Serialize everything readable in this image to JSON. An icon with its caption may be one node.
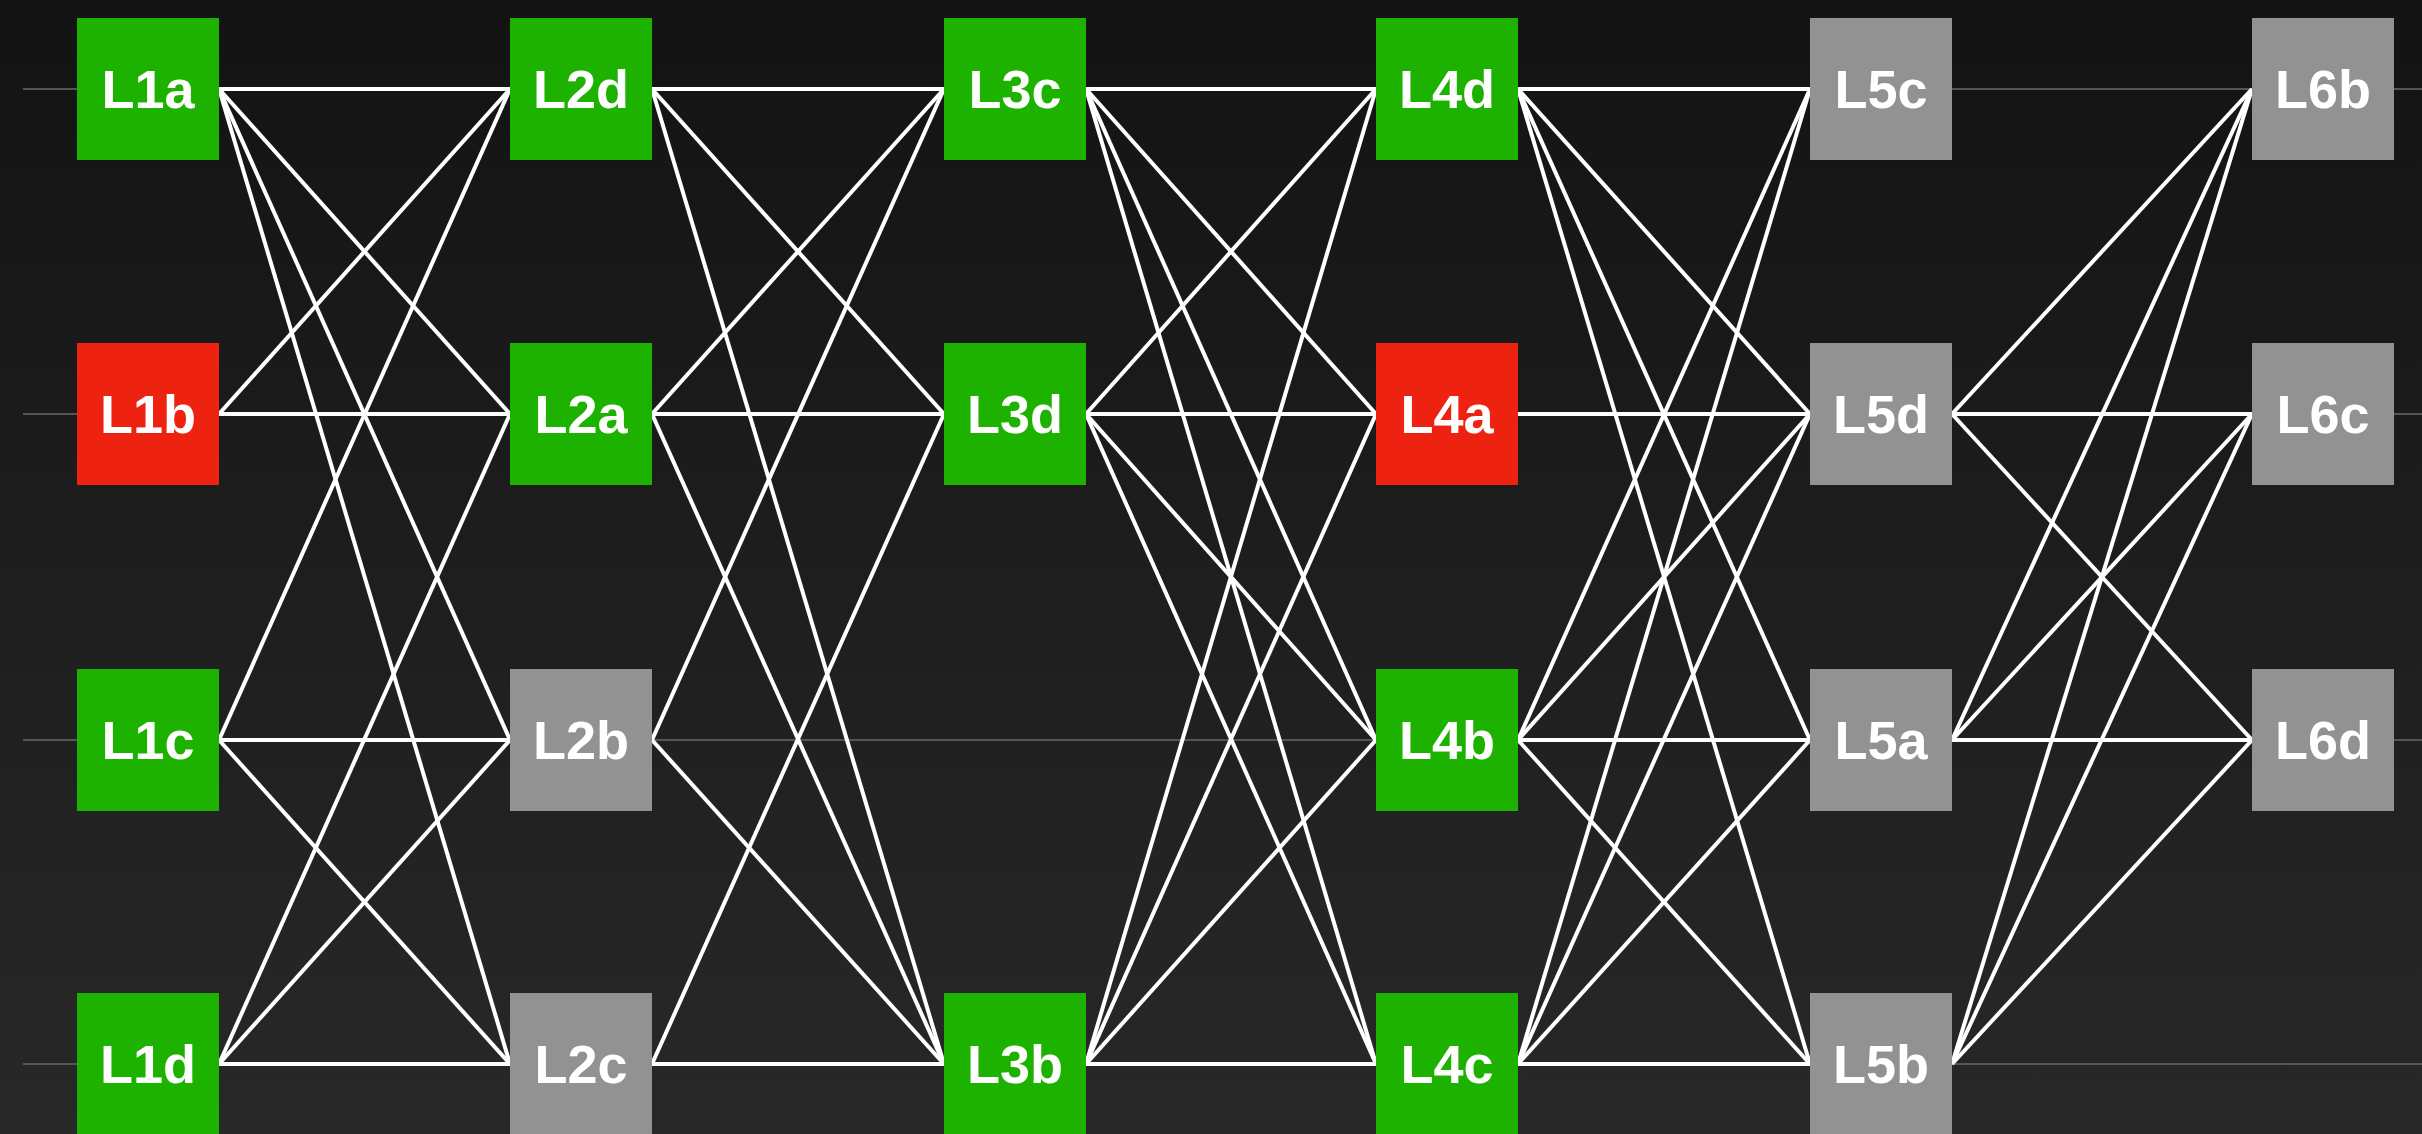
{
  "diagram": {
    "nodes": [
      {
        "text": [
          "L1a"
        ]
      },
      {
        "text": [
          "L1b"
        ]
      },
      {
        "text": [
          "L1c"
        ]
      },
      {
        "text": [
          "L1d"
        ]
      },
      {
        "text": [
          "L2d"
        ]
      },
      {
        "text": [
          "L2a"
        ]
      },
      {
        "text": [
          "L2b"
        ]
      },
      {
        "text": [
          "L2c"
        ]
      },
      {
        "text": [
          "L3c"
        ]
      },
      {
        "text": [
          "L3d"
        ]
      },
      {
        "text": [
          "L3b"
        ]
      },
      {
        "text": [
          "L4d"
        ]
      },
      {
        "text": [
          "L4a"
        ]
      },
      {
        "text": [
          "L4b"
        ]
      },
      {
        "text": [
          "L4c"
        ]
      },
      {
        "text": [
          "L5c"
        ]
      },
      {
        "text": [
          "L5d"
        ]
      },
      {
        "text": [
          "L5a"
        ]
      },
      {
        "text": [
          "L5b"
        ]
      },
      {
        "text": [
          "L6b"
        ]
      },
      {
        "text": [
          "L6c"
        ]
      },
      {
        "text": [
          "L6d"
        ]
      }
    ],
    "edges": [
      {
        "from": 0,
        "to": 4,
        "arrow": "none"
      },
      {
        "from": 0,
        "to": 5,
        "arrow": "none"
      },
      {
        "from": 0,
        "to": 6,
        "arrow": "none"
      },
      {
        "from": 0,
        "to": 7,
        "arrow": "none"
      },
      {
        "from": 1,
        "to": 4,
        "arrow": "none"
      },
      {
        "from": 1,
        "to": 5,
        "arrow": "none"
      },
      {
        "from": 2,
        "to": 4,
        "arrow": "none"
      },
      {
        "from": 2,
        "to": 6,
        "arrow": "none"
      },
      {
        "from": 2,
        "to": 7,
        "arrow": "none"
      },
      {
        "from": 3,
        "to": 5,
        "arrow": "none"
      },
      {
        "from": 3,
        "to": 6,
        "arrow": "none"
      },
      {
        "from": 3,
        "to": 7,
        "arrow": "none"
      },
      {
        "from": 4,
        "to": 8,
        "arrow": "none"
      },
      {
        "from": 4,
        "to": 9,
        "arrow": "none"
      },
      {
        "from": 4,
        "to": 10,
        "arrow": "none"
      },
      {
        "from": 5,
        "to": 8,
        "arrow": "none"
      },
      {
        "from": 5,
        "to": 9,
        "arrow": "none"
      },
      {
        "from": 5,
        "to": 10,
        "arrow": "none"
      },
      {
        "from": 6,
        "to": 8,
        "arrow": "none"
      },
      {
        "from": 6,
        "to": 10,
        "arrow": "none"
      },
      {
        "from": 7,
        "to": 9,
        "arrow": "none"
      },
      {
        "from": 7,
        "to": 10,
        "arrow": "none"
      },
      {
        "from": 8,
        "to": 11,
        "arrow": "none"
      },
      {
        "from": 8,
        "to": 12,
        "arrow": "none"
      },
      {
        "from": 8,
        "to": 13,
        "arrow": "none"
      },
      {
        "from": 8,
        "to": 14,
        "arrow": "none"
      },
      {
        "from": 9,
        "to": 11,
        "arrow": "none"
      },
      {
        "from": 9,
        "to": 12,
        "arrow": "none"
      },
      {
        "from": 9,
        "to": 13,
        "arrow": "none"
      },
      {
        "from": 9,
        "to": 14,
        "arrow": "none"
      },
      {
        "from": 10,
        "to": 11,
        "arrow": "none"
      },
      {
        "from": 10,
        "to": 12,
        "arrow": "none"
      },
      {
        "from": 10,
        "to": 13,
        "arrow": "none"
      },
      {
        "from": 10,
        "to": 14,
        "arrow": "none"
      },
      {
        "from": 11,
        "to": 15,
        "arrow": "none"
      },
      {
        "from": 11,
        "to": 16,
        "arrow": "none"
      },
      {
        "from": 11,
        "to": 17,
        "arrow": "none"
      },
      {
        "from": 11,
        "to": 18,
        "arrow": "none"
      },
      {
        "from": 12,
        "to": 16,
        "arrow": "none"
      },
      {
        "from": 13,
        "to": 15,
        "arrow": "none"
      },
      {
        "from": 13,
        "to": 16,
        "arrow": "none"
      },
      {
        "from": 13,
        "to": 17,
        "arrow": "none"
      },
      {
        "from": 13,
        "to": 18,
        "arrow": "none"
      },
      {
        "from": 14,
        "to": 15,
        "arrow": "none"
      },
      {
        "from": 14,
        "to": 16,
        "arrow": "none"
      },
      {
        "from": 14,
        "to": 17,
        "arrow": "none"
      },
      {
        "from": 14,
        "to": 18,
        "arrow": "none"
      },
      {
        "from": 16,
        "to": 19,
        "arrow": "none"
      },
      {
        "from": 16,
        "to": 20,
        "arrow": "none"
      },
      {
        "from": 16,
        "to": 21,
        "arrow": "none"
      },
      {
        "from": 17,
        "to": 19,
        "arrow": "none"
      },
      {
        "from": 17,
        "to": 20,
        "arrow": "none"
      },
      {
        "from": 17,
        "to": 21,
        "arrow": "none"
      },
      {
        "from": 18,
        "to": 19,
        "arrow": "none"
      },
      {
        "from": 18,
        "to": 20,
        "arrow": "none"
      },
      {
        "from": 18,
        "to": 21,
        "arrow": "none"
      }
    ]
  }
}
